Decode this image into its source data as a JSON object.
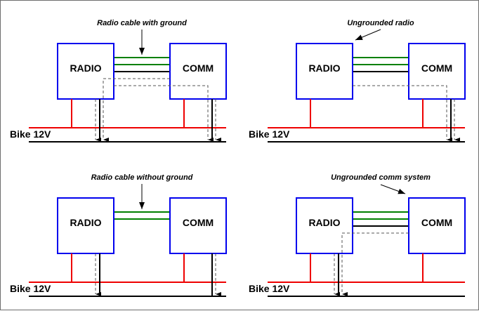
{
  "diagram": {
    "colors": {
      "box": "#0000ee",
      "signal_wire": "#008000",
      "ground_wire": "#000000",
      "power": "#ee0000",
      "return_path": "#555555"
    },
    "bus_label": "Bike 12V",
    "panels": [
      {
        "id": "radio-cable-with-ground",
        "caption": "Radio cable with ground",
        "radio_label": "RADIO",
        "comm_label": "COMM",
        "signal_wires": 2,
        "cable_ground_wire": true,
        "radio_grounded": true,
        "comm_grounded": true
      },
      {
        "id": "ungrounded-radio",
        "caption": "Ungrounded radio",
        "radio_label": "RADIO",
        "comm_label": "COMM",
        "signal_wires": 2,
        "cable_ground_wire": true,
        "radio_grounded": false,
        "comm_grounded": true
      },
      {
        "id": "radio-cable-without-ground",
        "caption": "Radio cable without ground",
        "radio_label": "RADIO",
        "comm_label": "COMM",
        "signal_wires": 2,
        "cable_ground_wire": false,
        "radio_grounded": true,
        "comm_grounded": true
      },
      {
        "id": "ungrounded-comm-system",
        "caption": "Ungrounded comm system",
        "radio_label": "RADIO",
        "comm_label": "COMM",
        "signal_wires": 2,
        "cable_ground_wire": true,
        "radio_grounded": true,
        "comm_grounded": false
      }
    ]
  }
}
